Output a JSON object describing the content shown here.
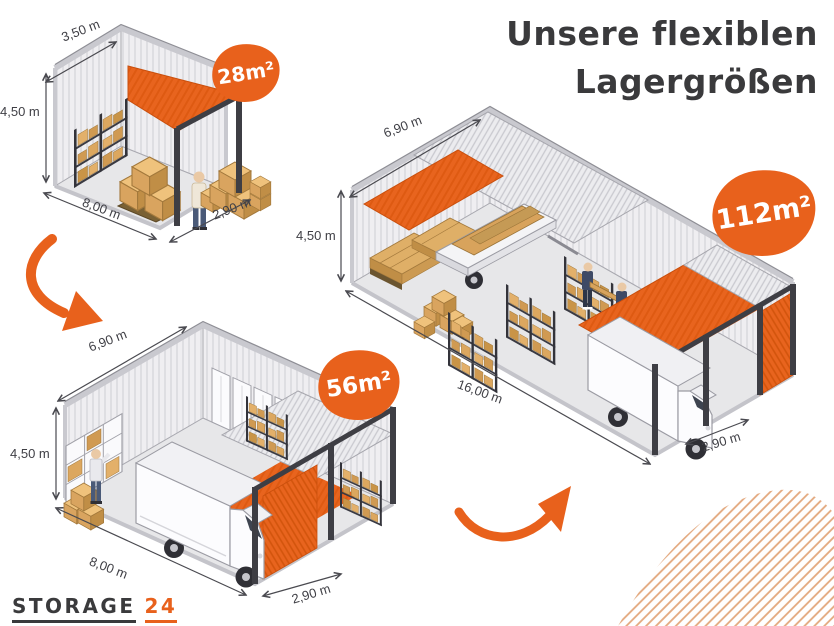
{
  "title": {
    "line1": "Unsere flexiblen",
    "line2": "Lagergrößen"
  },
  "units": [
    {
      "name": "small-unit",
      "size_label": "28m²",
      "dims": {
        "back_width": "3,50 m",
        "height": "4,50 m",
        "length": "8,00 m",
        "gate_width": "2,90 m"
      }
    },
    {
      "name": "medium-unit",
      "size_label": "56m²",
      "dims": {
        "back_width": "6,90 m",
        "height": "4,50 m",
        "length": "8,00 m",
        "gate_width": "2,90 m"
      }
    },
    {
      "name": "large-unit",
      "size_label": "112m²",
      "dims": {
        "back_width": "6,90 m",
        "height": "4,50 m",
        "length": "16,00 m",
        "gate_width": "2,90 m"
      }
    }
  ],
  "logo": {
    "brand": "STORAGE",
    "number": "24"
  },
  "icons": {
    "growth_arrow_small_to_medium": "curved-arrow-down-icon",
    "growth_arrow_medium_to_large": "curved-arrow-up-icon",
    "corner_pattern": "diagonal-stripes-decoration"
  },
  "colors": {
    "brand_orange": "#E8611C",
    "dark_text": "#3A3A3C",
    "dim_text": "#3F3F45",
    "wall": "#EFEEF1",
    "floor": "#E7E7E9",
    "decoration_stripe": "#E3A87D"
  }
}
